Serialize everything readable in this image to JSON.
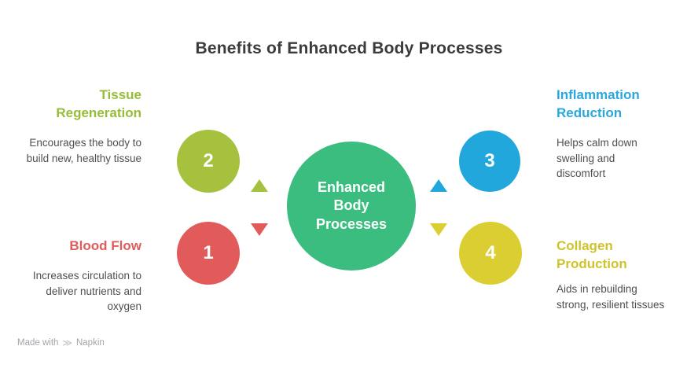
{
  "title": "Benefits of Enhanced Body Processes",
  "center": {
    "label": "Enhanced Body Processes",
    "color": "#3cbd80"
  },
  "items": [
    {
      "number": "1",
      "title": "Blood Flow",
      "description": "Increases circulation to deliver nutrients and oxygen",
      "color": "#e15b5b",
      "position": "bottom-left",
      "arrow": "down"
    },
    {
      "number": "2",
      "title": "Tissue Regeneration",
      "description": "Encourages the body to build new, healthy tissue",
      "color": "#a5c13d",
      "position": "top-left",
      "arrow": "up"
    },
    {
      "number": "3",
      "title": "Inflammation Reduction",
      "description": "Helps calm down swelling and discomfort",
      "color": "#22a7dd",
      "position": "top-right",
      "arrow": "up"
    },
    {
      "number": "4",
      "title": "Collagen Production",
      "description": "Aids in rebuilding strong, resilient tissues",
      "color": "#dbce33",
      "position": "bottom-right",
      "arrow": "down"
    }
  ],
  "footer": {
    "made_with": "Made with",
    "brand": "Napkin"
  }
}
